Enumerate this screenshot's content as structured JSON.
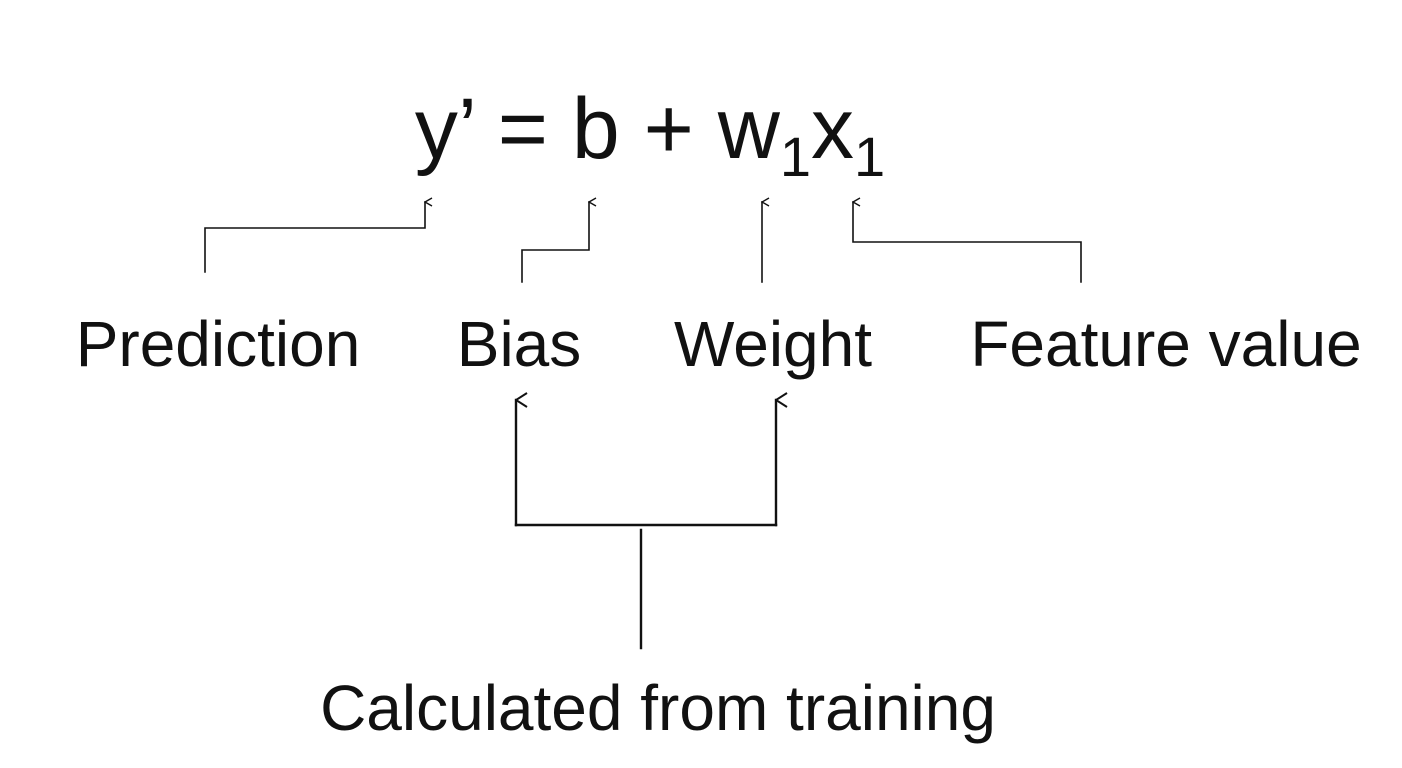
{
  "equation": {
    "prediction_symbol": "y’",
    "equals": "=",
    "bias_symbol": "b",
    "plus": "+",
    "weight_symbol": "w",
    "weight_subscript": "1",
    "feature_symbol": "x",
    "feature_subscript": "1"
  },
  "labels": {
    "prediction": "Prediction",
    "bias": "Bias",
    "weight": "Weight",
    "feature_value": "Feature value",
    "calculated_from_training": "Calculated from training"
  },
  "colors": {
    "ink": "#111111",
    "background": "#ffffff"
  }
}
